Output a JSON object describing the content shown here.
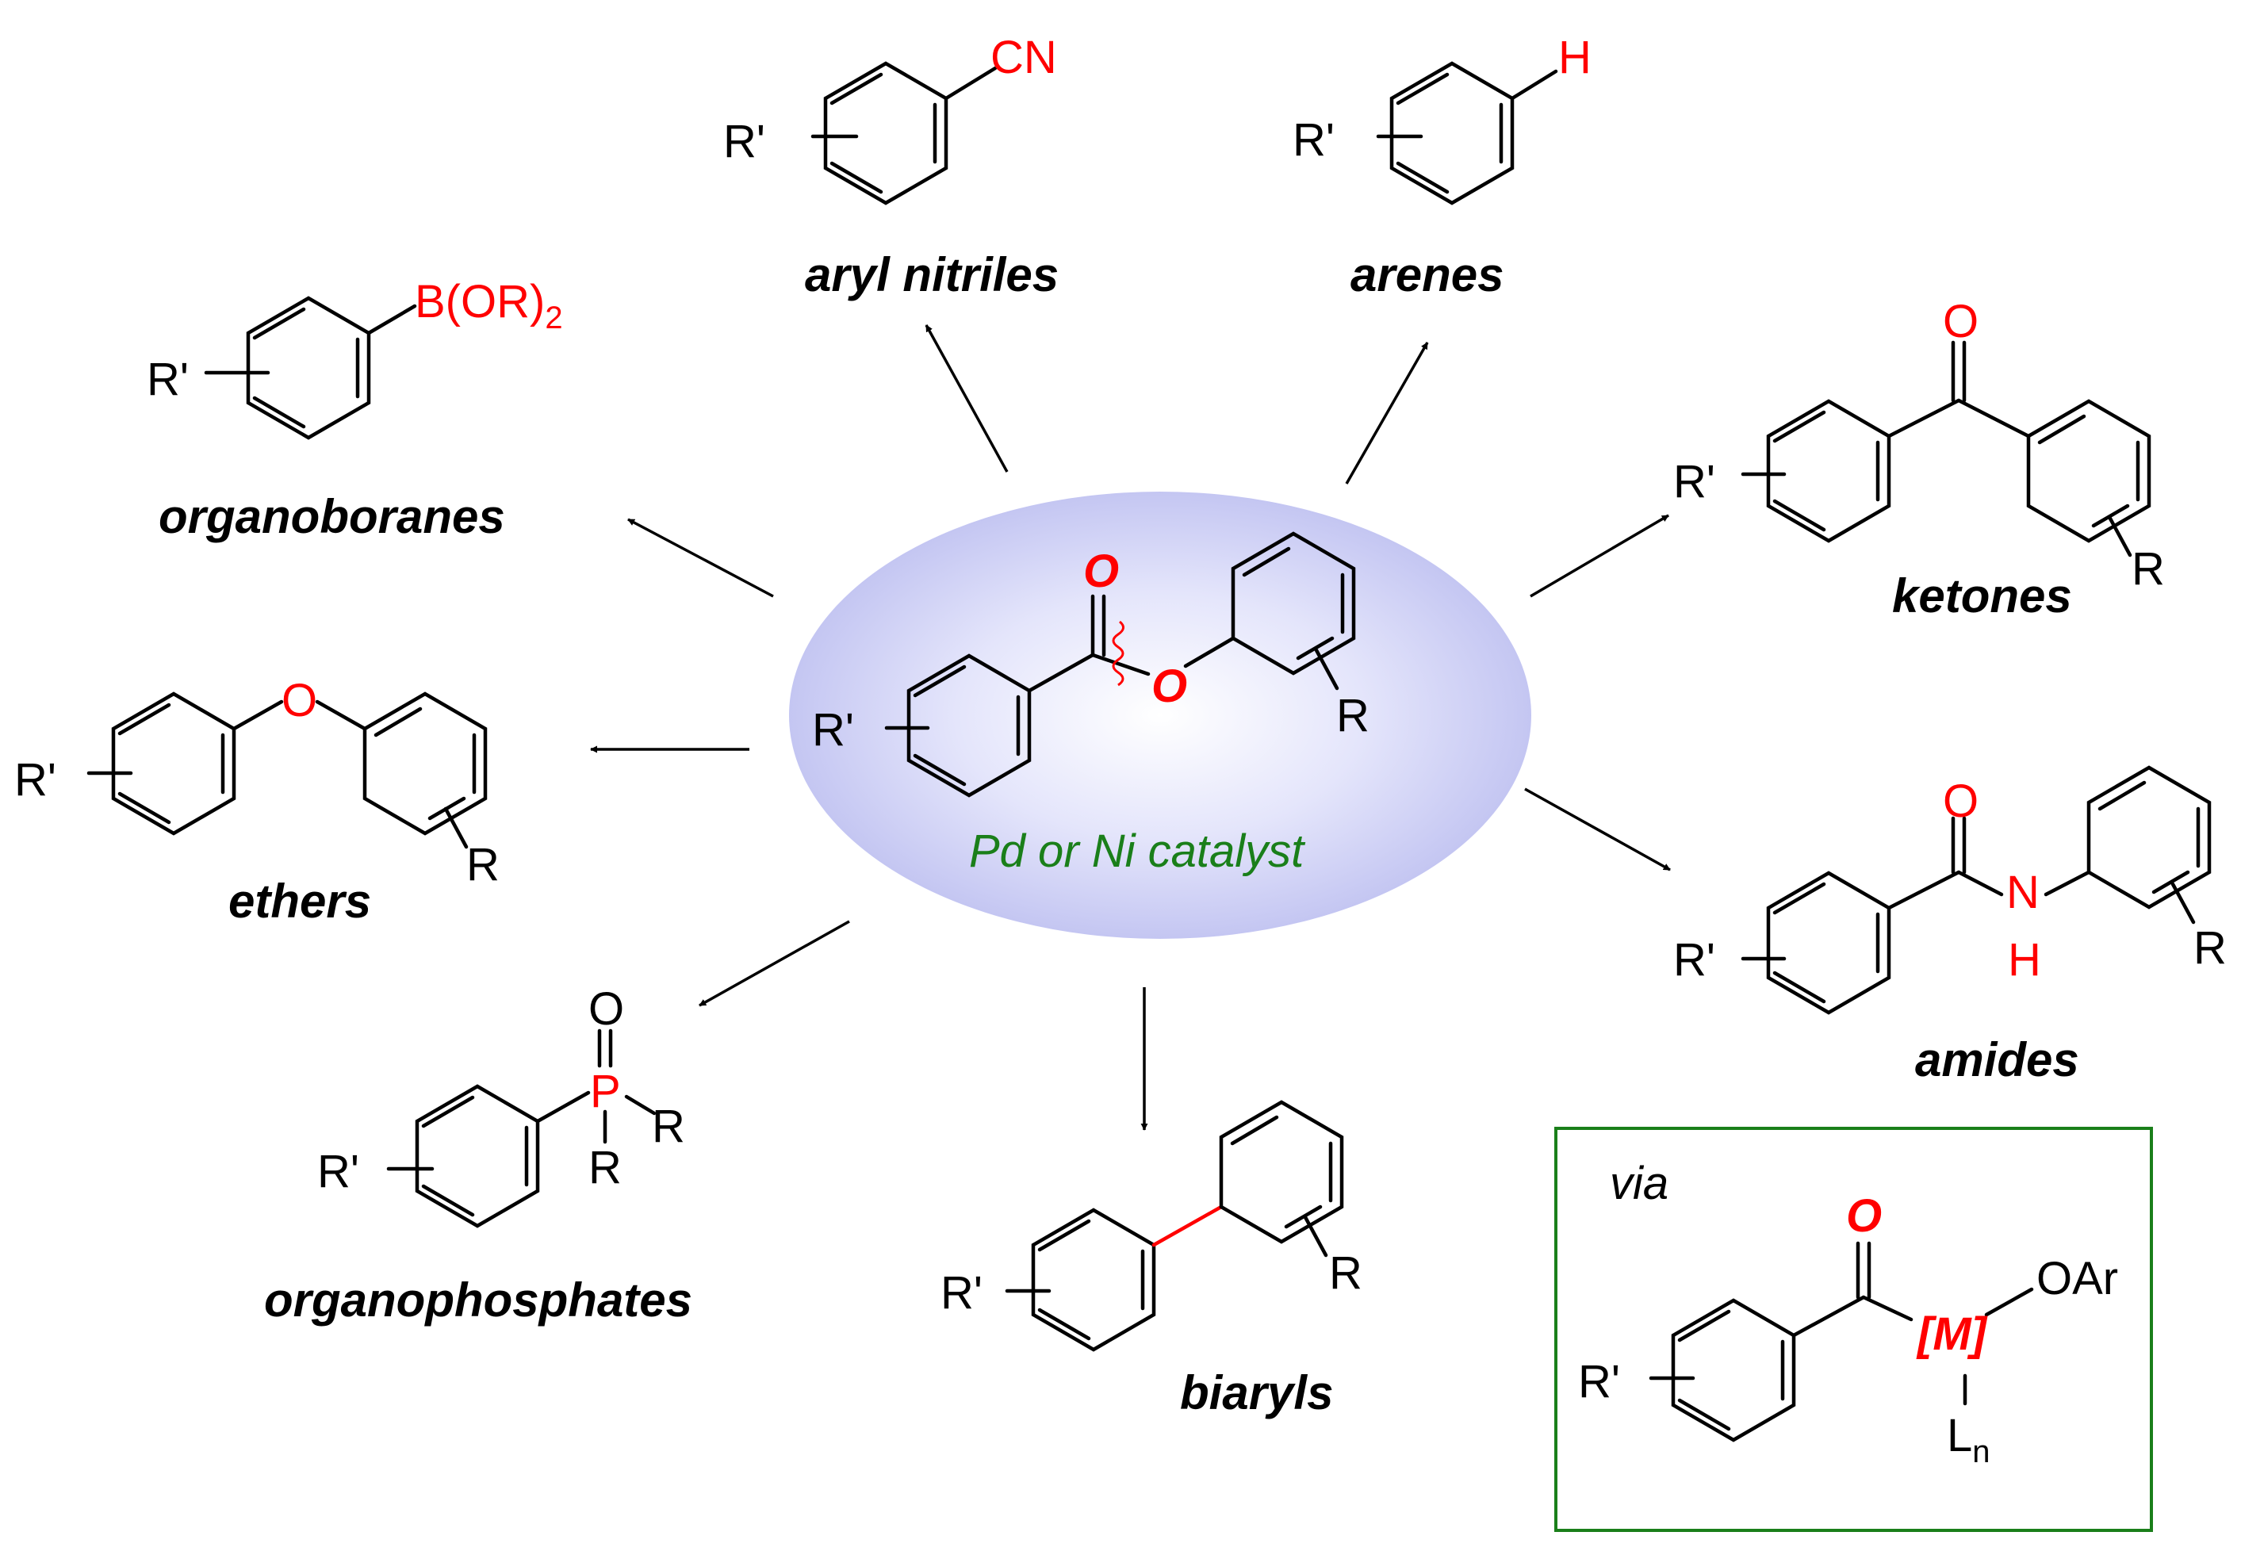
{
  "center": {
    "catalyst": "Pd or Ni catalyst",
    "carbonyl_o": "O",
    "ester_o": "O",
    "r_prime": "R'",
    "r": "R",
    "ellipse_color": "#c9cbf3"
  },
  "products": {
    "aryl_nitriles": {
      "label": "aryl nitriles",
      "group": "CN",
      "r_prime": "R'"
    },
    "arenes": {
      "label": "arenes",
      "group": "H",
      "r_prime": "R'"
    },
    "organoboranes": {
      "label": "organoboranes",
      "group": "B(OR)",
      "subscript": "2",
      "r_prime": "R'"
    },
    "ketones": {
      "label": "ketones",
      "o": "O",
      "r_prime": "R'",
      "r": "R"
    },
    "ethers": {
      "label": "ethers",
      "o": "O",
      "r_prime": "R'",
      "r": "R"
    },
    "amides": {
      "label": "amides",
      "o": "O",
      "n": "N",
      "h": "H",
      "r_prime": "R'",
      "r": "R"
    },
    "organophosphates": {
      "label": "organophosphates",
      "o": "O",
      "p": "P",
      "r1": "R",
      "r2": "R",
      "r_prime": "R'"
    },
    "biaryls": {
      "label": "biaryls",
      "r_prime": "R'",
      "r": "R"
    }
  },
  "via_box": {
    "via": "via",
    "o": "O",
    "metal": "[M]",
    "oar": "OAr",
    "ligand": "L",
    "ligand_sub": "n",
    "r_prime": "R'",
    "border_color": "#1a7f1a"
  },
  "colors": {
    "highlight": "#ff0000",
    "catalyst_text": "#1a7f1a"
  }
}
